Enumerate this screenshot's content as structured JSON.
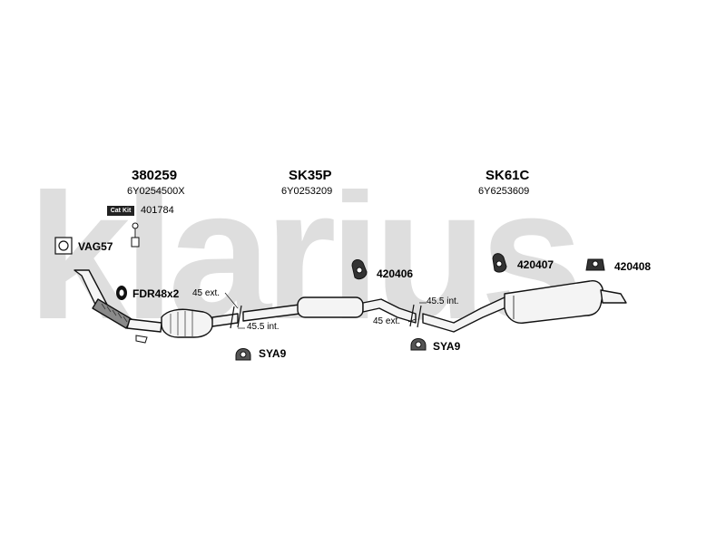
{
  "watermark": "klarius",
  "sections": [
    {
      "code": "380259",
      "sub": "6Y0254500X"
    },
    {
      "code": "SK35P",
      "sub": "6Y0253209"
    },
    {
      "code": "SK61C",
      "sub": "6Y6253609"
    }
  ],
  "catkit": {
    "badge": "Cat Kit",
    "number": "401784"
  },
  "parts": {
    "gasket": "VAG57",
    "flange": "FDR48x2",
    "mount1": "420406",
    "mount2": "420407",
    "mount3": "420408",
    "hanger1": "SYA9",
    "hanger2": "SYA9"
  },
  "notes": {
    "j1_ext": "45 ext.",
    "j1_int": "45.5 int.",
    "j2_int": "45.5 int.",
    "j2_ext": "45 ext."
  },
  "colors": {
    "watermark": "#dedede",
    "line": "#111111",
    "fill": "#f4f4f4"
  }
}
